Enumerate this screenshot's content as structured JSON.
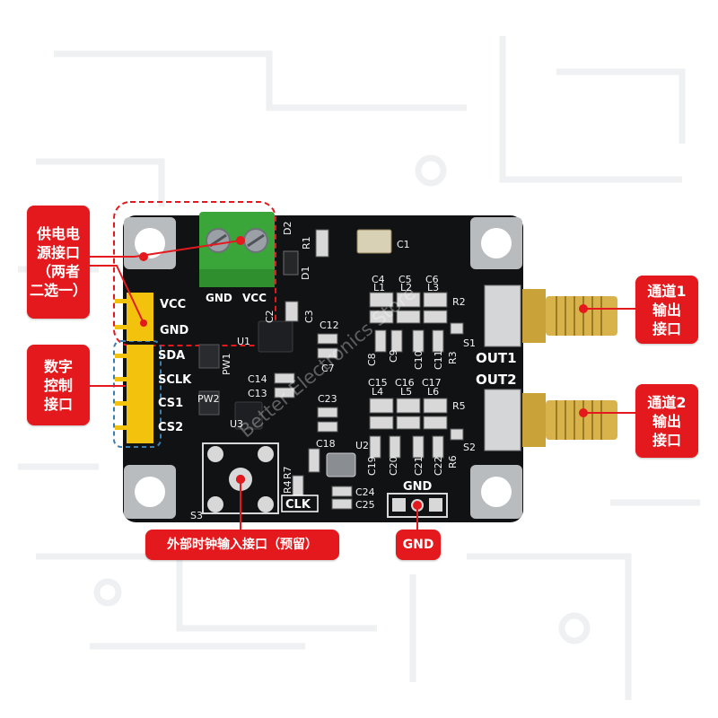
{
  "callouts": {
    "power": "供电电\n源接口\n（两者\n二选一）",
    "digital": "数字\n控制\n接口",
    "ch1": "通道1\n输出\n接口",
    "ch2": "通道2\n输出\n接口",
    "clock": "外部时钟输入接口（预留）",
    "gnd": "GND"
  },
  "header_pins": {
    "power": [
      "VCC",
      "GND"
    ],
    "digital": [
      "SDA",
      "SCLK",
      "CS1",
      "CS2"
    ]
  },
  "terminal": {
    "left": "GND",
    "right": "VCC"
  },
  "outputs": [
    "OUT1",
    "OUT2"
  ],
  "silkscreen": {
    "clk": "CLK",
    "gnd": "GND",
    "d2": "D2",
    "r1": "R1",
    "d1": "D1",
    "c1": "C1",
    "c2": "C2",
    "c3": "C3",
    "u1": "U1",
    "pw1": "PW1",
    "pw2": "PW2",
    "u3": "U3",
    "u2": "U2",
    "c4": "C4",
    "c5": "C5",
    "c6": "C6",
    "l1": "L1",
    "l2": "L2",
    "l3": "L3",
    "r2": "R2",
    "s1": "S1",
    "c8": "C8",
    "c9": "C9",
    "c10": "C10",
    "c11": "C11",
    "r3": "R3",
    "c12": "C12",
    "c7": "C7",
    "c14": "C14",
    "c13": "C13",
    "c23": "C23",
    "c15": "C15",
    "c16": "C16",
    "c17": "C17",
    "l4": "L4",
    "l5": "L5",
    "l6": "L6",
    "r5": "R5",
    "s2": "S2",
    "c18": "C18",
    "c19": "C19",
    "c20": "C20",
    "c21": "C21",
    "c22": "C22",
    "r6": "R6",
    "r7": "R7",
    "r4": "R4",
    "c24": "C24",
    "c25": "C25",
    "s3": "S3"
  },
  "watermark": "Better Electronics Store",
  "colors": {
    "callout": "#e3191d",
    "pcb": "#111214",
    "header_pins": "#f3c20d",
    "terminal_block": "#3aa63a",
    "sma_connector": "#c9a23a",
    "dashed_power": "#e3191d",
    "dashed_digital": "#3b7fb0"
  }
}
